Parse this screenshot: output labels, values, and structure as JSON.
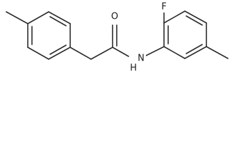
{
  "molecule": {
    "atom_labels": {
      "oxygen": "O",
      "fluorine": "F",
      "nitrogen_hydrogen": "N",
      "nh_h": "H"
    }
  }
}
